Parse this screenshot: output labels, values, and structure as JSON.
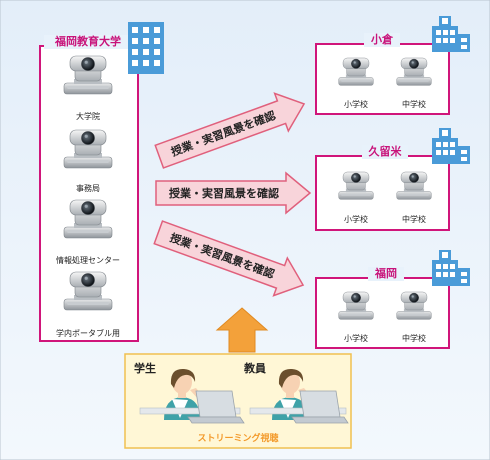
{
  "university": {
    "title": "福岡教育大学",
    "cameras": [
      "大学院",
      "事務局",
      "情報処理センター",
      "学内ポータブル用"
    ]
  },
  "sites": [
    {
      "name": "小倉",
      "schools": [
        "小学校",
        "中学校"
      ]
    },
    {
      "name": "久留米",
      "schools": [
        "小学校",
        "中学校"
      ]
    },
    {
      "name": "福岡",
      "schools": [
        "小学校",
        "中学校"
      ]
    }
  ],
  "arrows": [
    "授業・実習風景を確認",
    "授業・実習風景を確認",
    "授業・実習風景を確認"
  ],
  "viewers": {
    "student": "学生",
    "teacher": "教員",
    "caption": "ストリーミング視聴"
  },
  "colors": {
    "border": "#d0157a",
    "accent": "#c8137a",
    "arrow_fill": "#f8d4da",
    "arrow_stroke": "#e0607c",
    "building": "#4a9bd8",
    "up_arrow": "#f3a13a",
    "caption_bg": "#fff7d6",
    "caption_border": "#f0c050",
    "background": "#e8f2fb"
  }
}
